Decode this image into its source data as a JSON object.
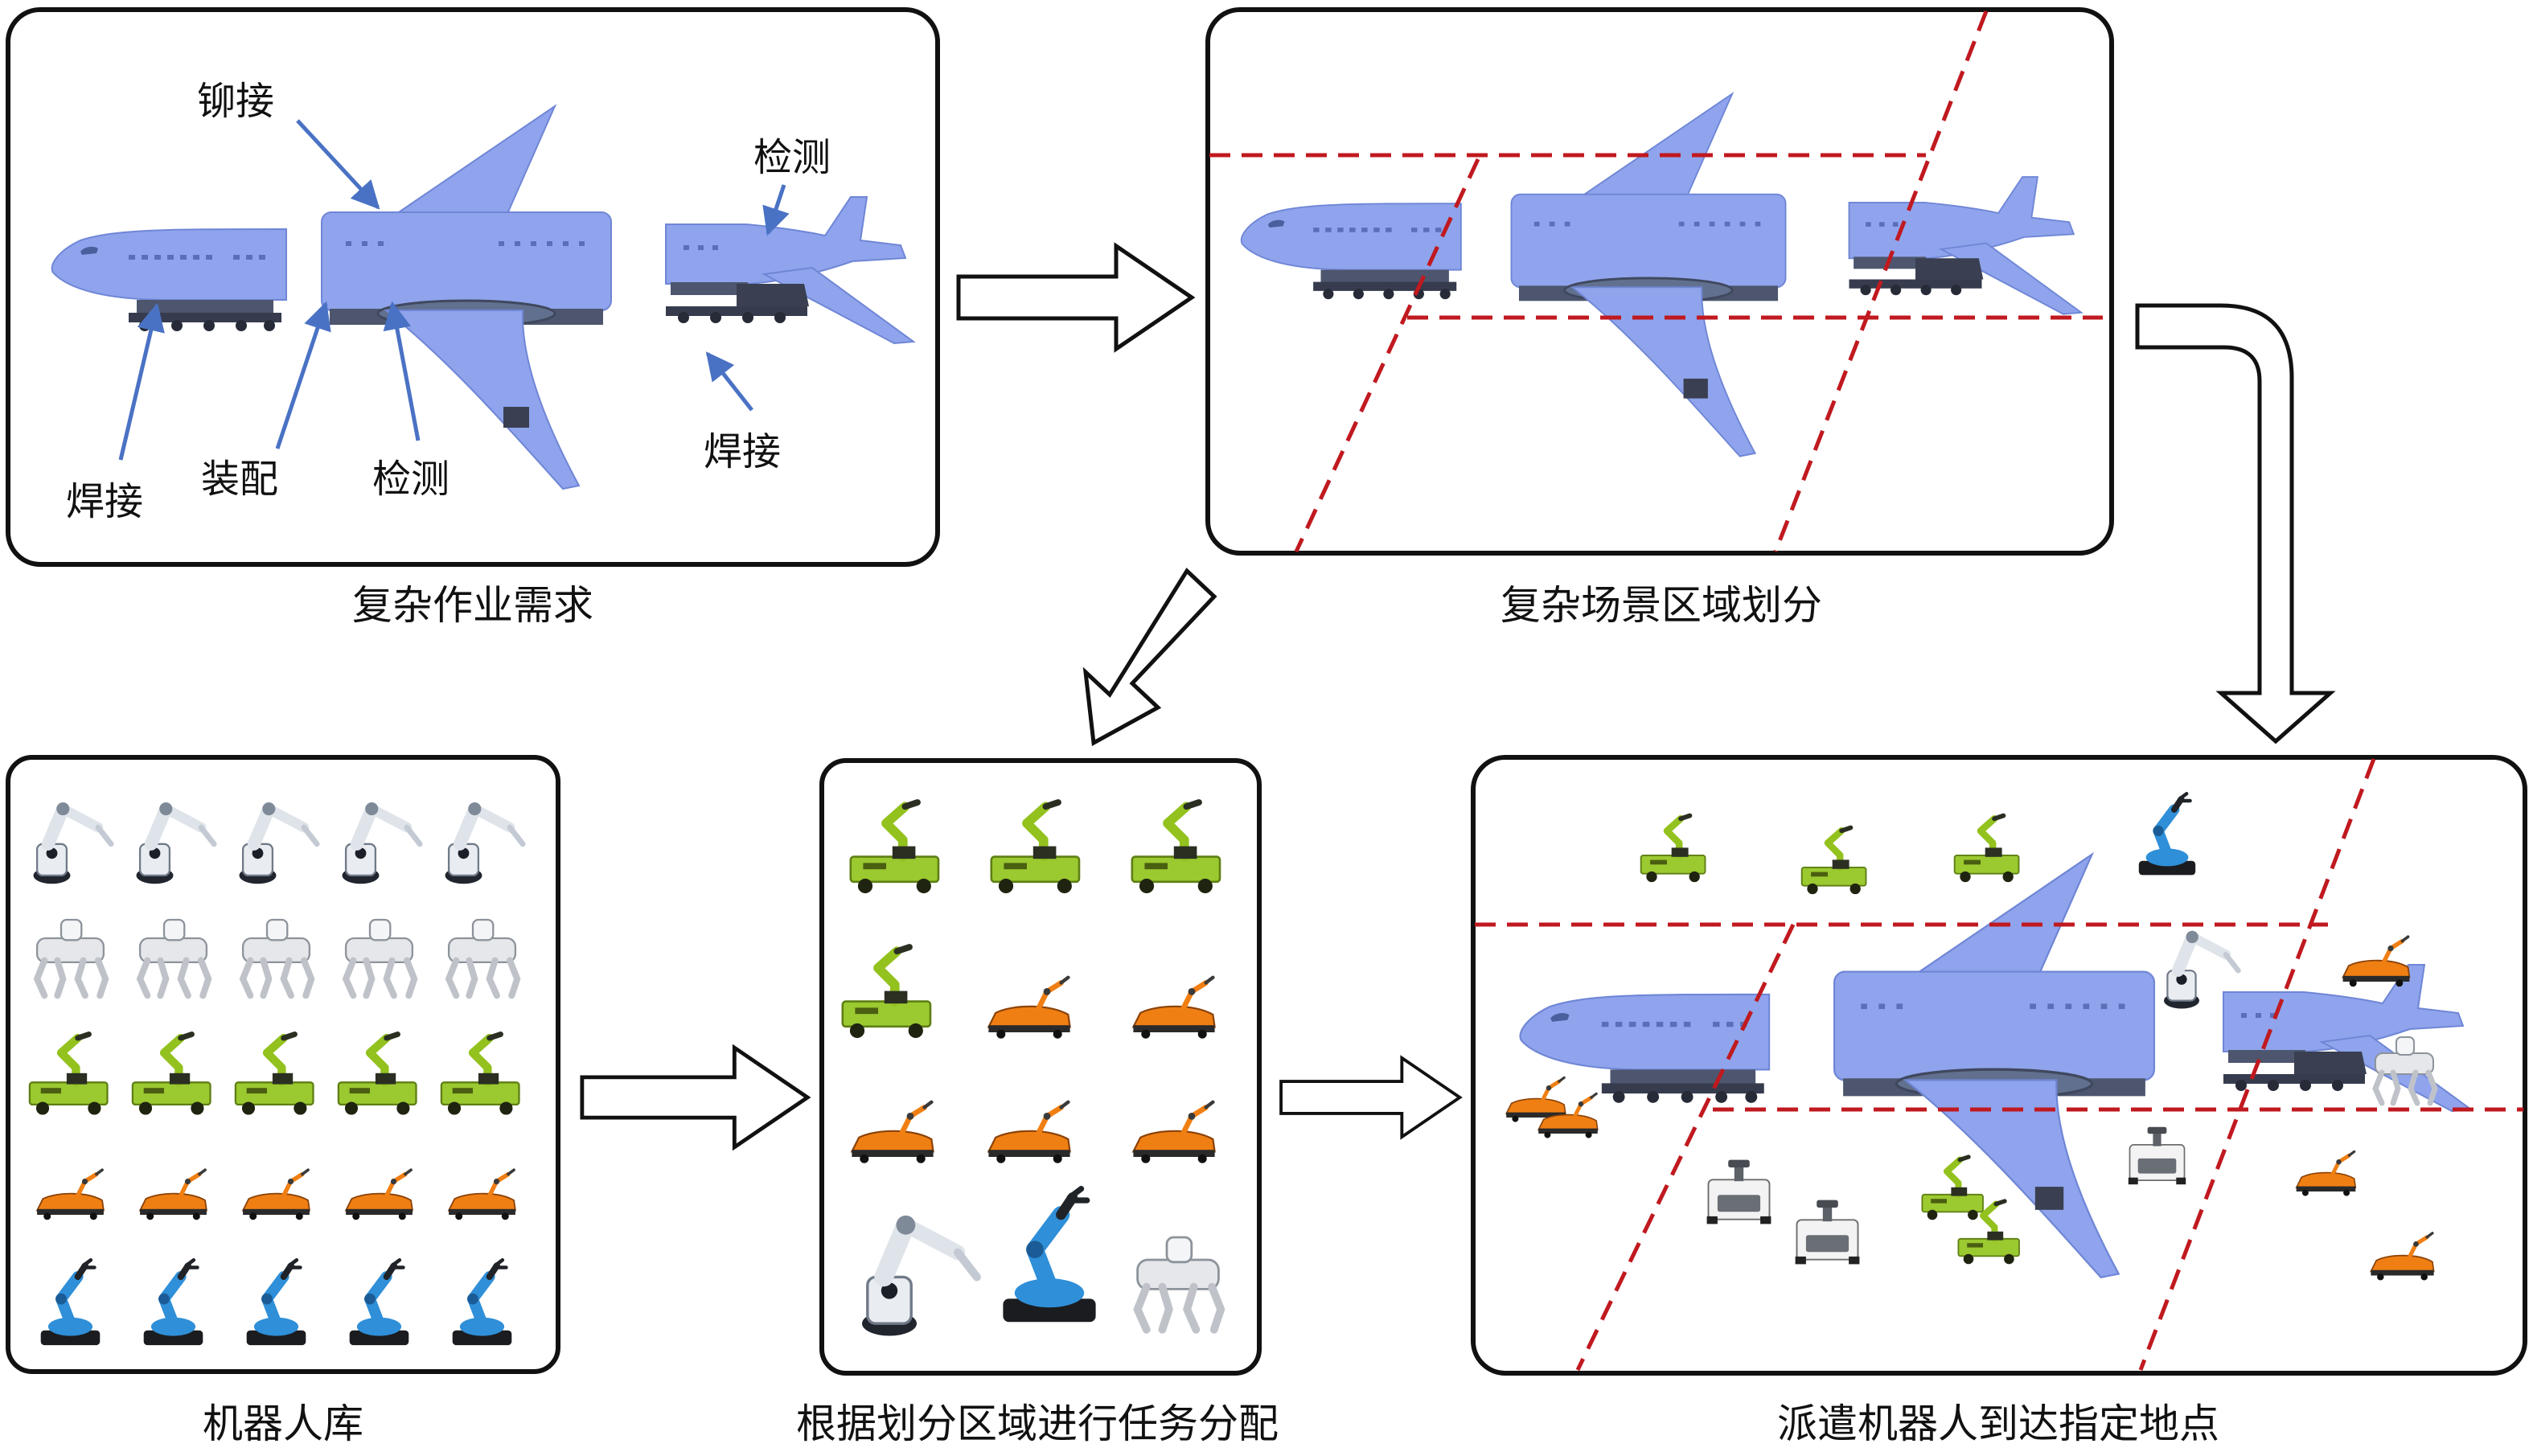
{
  "panels": {
    "requirements": {
      "caption": "复杂作业需求",
      "labels": {
        "rivet": "铆接",
        "inspect_tail": "检测",
        "weld_nose": "焊接",
        "assembly": "装配",
        "inspect_center": "检测",
        "weld_tail": "焊接"
      }
    },
    "division": {
      "caption": "复杂场景区域划分"
    },
    "library": {
      "caption": "机器人库",
      "robot_rows": [
        "arm",
        "dog",
        "green",
        "orange",
        "blue"
      ]
    },
    "allocation": {
      "caption": "根据划分区域进行任务分配"
    },
    "dispatch": {
      "caption": "派遣机器人到达指定地点"
    }
  },
  "colors": {
    "plane": "#8FA4EC",
    "plane_dark": "#6F86D6",
    "annotation_arrow": "#4A72C4",
    "region_line": "#C0191F",
    "frame": "#111111",
    "flow_arrow": "#111111"
  },
  "icons": {
    "robots": [
      "white-robot-arm-icon",
      "robot-dog-icon",
      "green-mobile-manipulator-icon",
      "orange-mobile-manipulator-icon",
      "blue-robot-arm-icon",
      "grey-agv-icon"
    ],
    "flow": [
      "right-arrow-icon",
      "down-left-arrow-icon",
      "turn-down-arrow-icon"
    ]
  }
}
